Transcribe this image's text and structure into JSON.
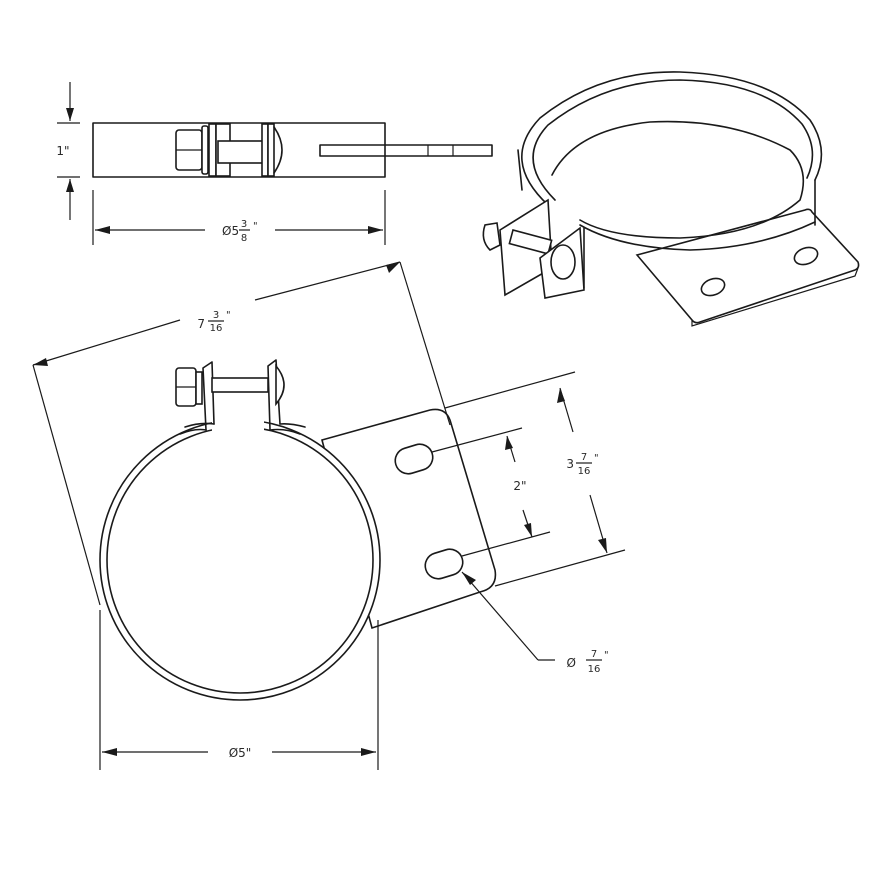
{
  "drawing": {
    "subject": "Exhaust stack clamp with mounting bracket",
    "line_color": "#1a1a1a",
    "background": "#ffffff",
    "views": {
      "top_view": {
        "label": "side/top view",
        "height_dim": {
          "whole": "1",
          "unit": "\""
        },
        "width_dim": {
          "prefix": "Ø",
          "whole": "5",
          "num": "3",
          "den": "8",
          "unit": "\""
        }
      },
      "isometric_view": {
        "label": "isometric view"
      },
      "front_view": {
        "label": "front view",
        "overall_dim": {
          "whole": "7",
          "num": "3",
          "den": "16",
          "unit": "\""
        },
        "hole_spacing_dim": {
          "whole": "2",
          "unit": "\""
        },
        "bracket_width_dim": {
          "whole": "3",
          "num": "7",
          "den": "16",
          "unit": "\""
        },
        "hole_dia_dim": {
          "prefix": "Ø",
          "num": "7",
          "den": "16",
          "unit": "\""
        },
        "band_dia_dim": {
          "prefix": "Ø",
          "whole": "5",
          "unit": "\""
        }
      }
    }
  }
}
